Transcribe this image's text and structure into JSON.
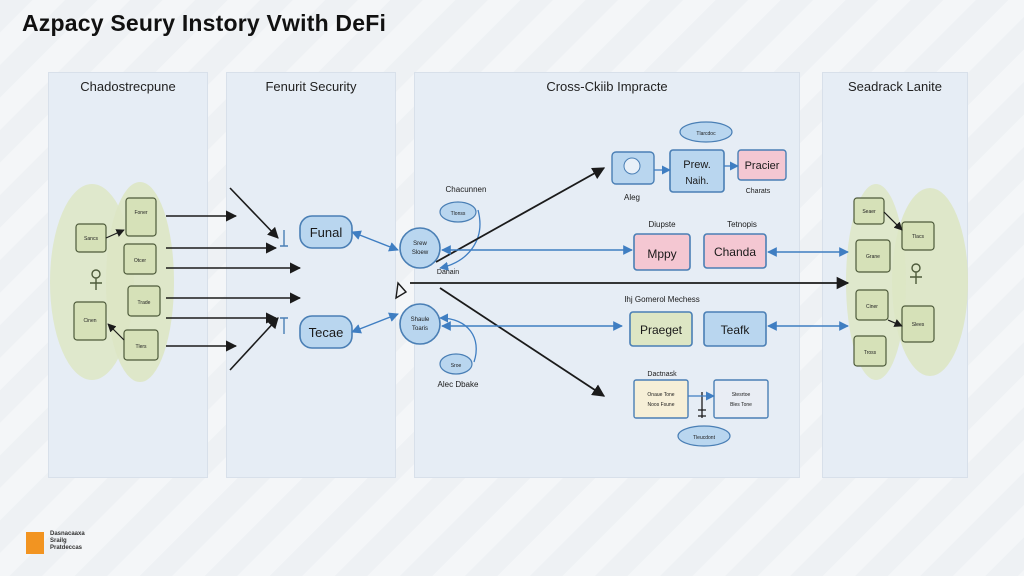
{
  "title": "Azpacy Seury Instory Vwith DeFi",
  "columns": {
    "col1": "Chadostrecpune",
    "col2": "Fenurit Security",
    "col3": "Cross-Ckiib Impracte",
    "col4": "Seadrack Lanite"
  },
  "nodes": {
    "funal": "Funal",
    "tecae": "Tecae",
    "srew_top": "Srew",
    "srew_top_sub": "Sloew",
    "shaule_bot": "Shaule",
    "shaule_bot_sub": "Toaris",
    "cloud_upper": "Tlonss",
    "cloud_lower": "Sroe",
    "prew": "Prew.",
    "naih": "Naih.",
    "pracier": "Pracier",
    "mppy": "Mppy",
    "chanda": "Chanda",
    "pracget": "Praeget",
    "teafk": "Teafk",
    "cloud_top": "Tlarcdoc",
    "cloud_bottom": "Tleucdont",
    "doc_a_line1": "Onaue Tone",
    "doc_a_line2": "Noos Fsune",
    "doc_b_line1": "Stesrtoe",
    "doc_b_line2": "Bles Tone"
  },
  "labels": {
    "chacunnen": "Chacunnen",
    "danain": "Danain",
    "aleg": "Aleg",
    "charats": "Charats",
    "diupste": "Diupste",
    "tetnopis": "Tetnopis",
    "general": "Ihj Gomerol Mechess",
    "dactnask": "Dactnask",
    "alec": "Alec Dbake"
  },
  "left_stack": {
    "items": [
      "Foner",
      "Sancs",
      "Otcer",
      "Trade",
      "Cinen",
      "Tlers"
    ]
  },
  "right_stack": {
    "items": [
      "Seaer",
      "Tlacs",
      "Grane",
      "Ciner",
      "Slees",
      "Tross"
    ]
  },
  "colors": {
    "accent": "#f29421",
    "blue_node": "#b9d6ef",
    "blue_stroke": "#4a7fb5",
    "pink_node": "#f4c7d2",
    "green_node": "#dde6c4",
    "arrow": "#1b1b1b",
    "arrow_blue": "#3f7ec2"
  },
  "logo": {
    "line1": "Dasnacaaxa",
    "line2": "Srailg",
    "line3": "Pratdeccas"
  }
}
